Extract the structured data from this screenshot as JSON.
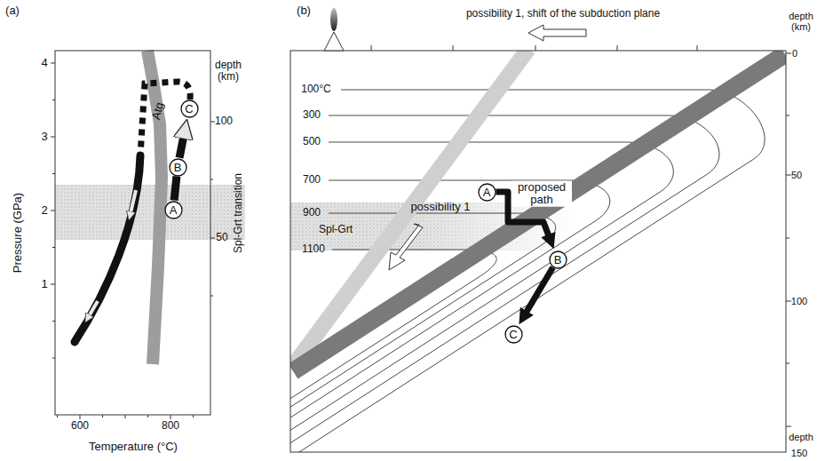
{
  "diagram": {
    "nodes": [
      {
        "text": [
          "A"
        ]
      },
      {
        "text": [
          "B"
        ]
      },
      {
        "text": [
          "C"
        ]
      },
      {
        "text": [
          "A"
        ]
      },
      {
        "text": [
          "B"
        ]
      },
      {
        "text": [
          "C"
        ]
      }
    ],
    "edges": [
      {
        "from": 0,
        "to": 1,
        "arrow": "none"
      },
      {
        "from": 1,
        "to": 2,
        "arrow": "to"
      },
      {
        "from": 3,
        "to": 4,
        "arrow": "to"
      },
      {
        "from": 4,
        "to": 5,
        "arrow": "to"
      }
    ],
    "labels": [
      "(a)",
      "(b)",
      "4",
      "3",
      "2",
      "1",
      "Pressure (GPa)",
      "600",
      "800",
      "Temperature (°C)",
      "depth (km)",
      "100",
      "50",
      "Spl-Grt transition",
      "Atg",
      "possibility 1, shift of the subduction plane",
      "100°C",
      "300",
      "500",
      "700",
      "900",
      "1100",
      "Spl-Grt",
      "possibility 1",
      "proposed path",
      "depth (km)",
      "0",
      "50",
      "100",
      "depth",
      "150"
    ]
  }
}
